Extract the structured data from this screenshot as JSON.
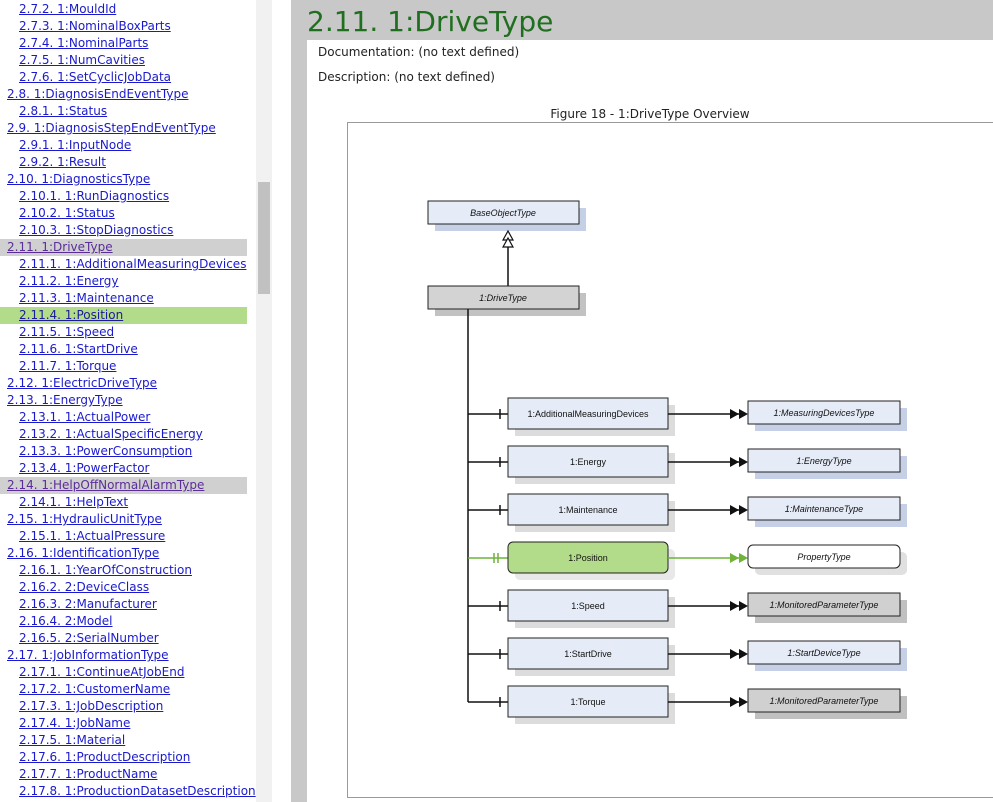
{
  "toc": [
    {
      "label": "2.7.2. 1:MouldId",
      "level": 2,
      "state": ""
    },
    {
      "label": "2.7.3. 1:NominalBoxParts",
      "level": 2,
      "state": ""
    },
    {
      "label": "2.7.4. 1:NominalParts",
      "level": 2,
      "state": ""
    },
    {
      "label": "2.7.5. 1:NumCavities",
      "level": 2,
      "state": ""
    },
    {
      "label": "2.7.6. 1:SetCyclicJobData",
      "level": 2,
      "state": ""
    },
    {
      "label": "2.8. 1:DiagnosisEndEventType",
      "level": 1,
      "state": ""
    },
    {
      "label": "2.8.1. 1:Status",
      "level": 2,
      "state": ""
    },
    {
      "label": "2.9. 1:DiagnosisStepEndEventType",
      "level": 1,
      "state": ""
    },
    {
      "label": "2.9.1. 1:InputNode",
      "level": 2,
      "state": ""
    },
    {
      "label": "2.9.2. 1:Result",
      "level": 2,
      "state": ""
    },
    {
      "label": "2.10. 1:DiagnosticsType",
      "level": 1,
      "state": ""
    },
    {
      "label": "2.10.1. 1:RunDiagnostics",
      "level": 2,
      "state": ""
    },
    {
      "label": "2.10.2. 1:Status",
      "level": 2,
      "state": ""
    },
    {
      "label": "2.10.3. 1:StopDiagnostics",
      "level": 2,
      "state": ""
    },
    {
      "label": "2.11. 1:DriveType",
      "level": 1,
      "state": "grey"
    },
    {
      "label": "2.11.1. 1:AdditionalMeasuringDevices",
      "level": 2,
      "state": ""
    },
    {
      "label": "2.11.2. 1:Energy",
      "level": 2,
      "state": ""
    },
    {
      "label": "2.11.3. 1:Maintenance",
      "level": 2,
      "state": ""
    },
    {
      "label": "2.11.4. 1:Position",
      "level": 2,
      "state": "green"
    },
    {
      "label": "2.11.5. 1:Speed",
      "level": 2,
      "state": ""
    },
    {
      "label": "2.11.6. 1:StartDrive",
      "level": 2,
      "state": ""
    },
    {
      "label": "2.11.7. 1:Torque",
      "level": 2,
      "state": ""
    },
    {
      "label": "2.12. 1:ElectricDriveType",
      "level": 1,
      "state": ""
    },
    {
      "label": "2.13. 1:EnergyType",
      "level": 1,
      "state": ""
    },
    {
      "label": "2.13.1. 1:ActualPower",
      "level": 2,
      "state": ""
    },
    {
      "label": "2.13.2. 1:ActualSpecificEnergy",
      "level": 2,
      "state": ""
    },
    {
      "label": "2.13.3. 1:PowerConsumption",
      "level": 2,
      "state": ""
    },
    {
      "label": "2.13.4. 1:PowerFactor",
      "level": 2,
      "state": ""
    },
    {
      "label": "2.14. 1:HelpOffNormalAlarmType",
      "level": 1,
      "state": "grey"
    },
    {
      "label": "2.14.1. 1:HelpText",
      "level": 2,
      "state": ""
    },
    {
      "label": "2.15. 1:HydraulicUnitType",
      "level": 1,
      "state": ""
    },
    {
      "label": "2.15.1. 1:ActualPressure",
      "level": 2,
      "state": ""
    },
    {
      "label": "2.16. 1:IdentificationType",
      "level": 1,
      "state": ""
    },
    {
      "label": "2.16.1. 1:YearOfConstruction",
      "level": 2,
      "state": ""
    },
    {
      "label": "2.16.2. 2:DeviceClass",
      "level": 2,
      "state": ""
    },
    {
      "label": "2.16.3. 2:Manufacturer",
      "level": 2,
      "state": ""
    },
    {
      "label": "2.16.4. 2:Model",
      "level": 2,
      "state": ""
    },
    {
      "label": "2.16.5. 2:SerialNumber",
      "level": 2,
      "state": ""
    },
    {
      "label": "2.17. 1:JobInformationType",
      "level": 1,
      "state": ""
    },
    {
      "label": "2.17.1. 1:ContinueAtJobEnd",
      "level": 2,
      "state": ""
    },
    {
      "label": "2.17.2. 1:CustomerName",
      "level": 2,
      "state": ""
    },
    {
      "label": "2.17.3. 1:JobDescription",
      "level": 2,
      "state": ""
    },
    {
      "label": "2.17.4. 1:JobName",
      "level": 2,
      "state": ""
    },
    {
      "label": "2.17.5. 1:Material",
      "level": 2,
      "state": ""
    },
    {
      "label": "2.17.6. 1:ProductDescription",
      "level": 2,
      "state": ""
    },
    {
      "label": "2.17.7. 1:ProductName",
      "level": 2,
      "state": ""
    },
    {
      "label": "2.17.8. 1:ProductionDatasetDescription",
      "level": 2,
      "state": ""
    }
  ],
  "page": {
    "title": "2.11. 1:DriveType",
    "documentation": "Documentation: (no text defined)",
    "description": "Description: (no text defined)",
    "figure_caption": "Figure 18 - 1:DriveType Overview"
  },
  "diagram": {
    "supertype": "BaseObjectType",
    "type": "1:DriveType",
    "components": [
      {
        "name": "1:AdditionalMeasuringDevices",
        "target": "1:MeasuringDevicesType",
        "highlight": false,
        "target_style": "light"
      },
      {
        "name": "1:Energy",
        "target": "1:EnergyType",
        "highlight": false,
        "target_style": "light"
      },
      {
        "name": "1:Maintenance",
        "target": "1:MaintenanceType",
        "highlight": false,
        "target_style": "light"
      },
      {
        "name": "1:Position",
        "target": "PropertyType",
        "highlight": true,
        "target_style": "white"
      },
      {
        "name": "1:Speed",
        "target": "1:MonitoredParameterType",
        "highlight": false,
        "target_style": "grey"
      },
      {
        "name": "1:StartDrive",
        "target": "1:StartDeviceType",
        "highlight": false,
        "target_style": "light"
      },
      {
        "name": "1:Torque",
        "target": "1:MonitoredParameterType",
        "highlight": false,
        "target_style": "grey"
      }
    ]
  },
  "colors": {
    "heading_text": "#1f6f1f",
    "highlight_green": "#b3dc8a",
    "highlight_grey": "#d0d0d0",
    "node_fill": "#e6ecf7",
    "node_shadow": "#c5d0e6",
    "green_line": "#6fb33a"
  }
}
